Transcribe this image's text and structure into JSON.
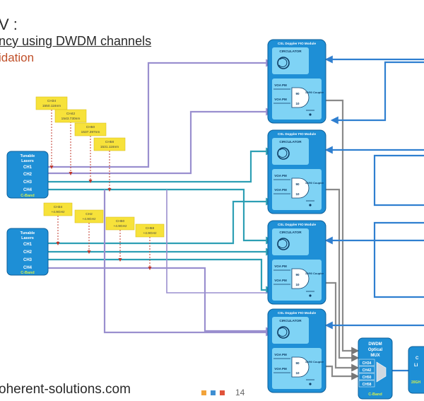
{
  "slide": {
    "title": "V :",
    "subtitle": "ncy using DWDM channels",
    "subtitle2": "idation",
    "footer": "oherent-solutions.com",
    "page_number": "14"
  },
  "colors": {
    "module_blue": "#1e8fd6",
    "inner_cyan": "#7fd3f5",
    "callout_yellow": "#f7e23a",
    "line_purple": "#9a8fcf",
    "line_teal": "#2d9fb4",
    "line_gray": "#8a8a8a",
    "line_blue": "#2f7fd0",
    "label_green": "#d6f04a",
    "accent_orange": "#f2a33a",
    "accent_red": "#e0533a"
  },
  "lasers": [
    {
      "title": "Tunable Lasers",
      "channels": [
        "CH1",
        "CH2",
        "CH3",
        "CH4"
      ],
      "band": "C-Band"
    },
    {
      "title": "Tunable Lasers",
      "channels": [
        "CH1",
        "CH2",
        "CH3",
        "CH4"
      ],
      "band": "C-Band"
    }
  ],
  "callouts_group1": [
    {
      "ch": "CH34",
      "val": "1550.116nm"
    },
    {
      "ch": "CH42",
      "val": "1543.730nm"
    },
    {
      "ch": "CH50",
      "val": "1537.397nm"
    },
    {
      "ch": "CH58",
      "val": "1531.116nm"
    }
  ],
  "callouts_group2": [
    {
      "ch": "CH34",
      "val": "+4.9GHz"
    },
    {
      "ch": "CH2",
      "val": "+4.9GHz"
    },
    {
      "ch": "CH50",
      "val": "+4.9GHz"
    },
    {
      "ch": "CH58",
      "val": "+4.9GHz"
    }
  ],
  "modules": [
    {
      "title": "CSL Doppler FIO Module",
      "circulator": "CIRCULATOR",
      "vpm": "VOA PM",
      "coupler": "10/90 Coupler",
      "ninety": "90",
      "ten": "10"
    },
    {
      "title": "CSL Doppler FIO Module",
      "circulator": "CIRCULATOR",
      "vpm": "VOA PM",
      "coupler": "10/90 Coupler",
      "ninety": "90",
      "ten": "10"
    },
    {
      "title": "CSL Doppler FIO Module",
      "circulator": "CIRCULATOR",
      "vpm": "VOA PM",
      "coupler": "10/90 Coupler",
      "ninety": "90",
      "ten": "10"
    },
    {
      "title": "CSL Doppler FIO Module",
      "circulator": "CIRCULATOR",
      "vpm": "VOA PM",
      "coupler": "10/90 Coupler",
      "ninety": "90",
      "ten": "10"
    }
  ],
  "mux": {
    "title": "DWDM Optical MUX",
    "channels": [
      "CH34",
      "CH42",
      "CH50",
      "CH58"
    ],
    "band": "C-Band"
  },
  "right_box": {
    "line1": "C",
    "line2": "LI",
    "band": "20GH"
  }
}
